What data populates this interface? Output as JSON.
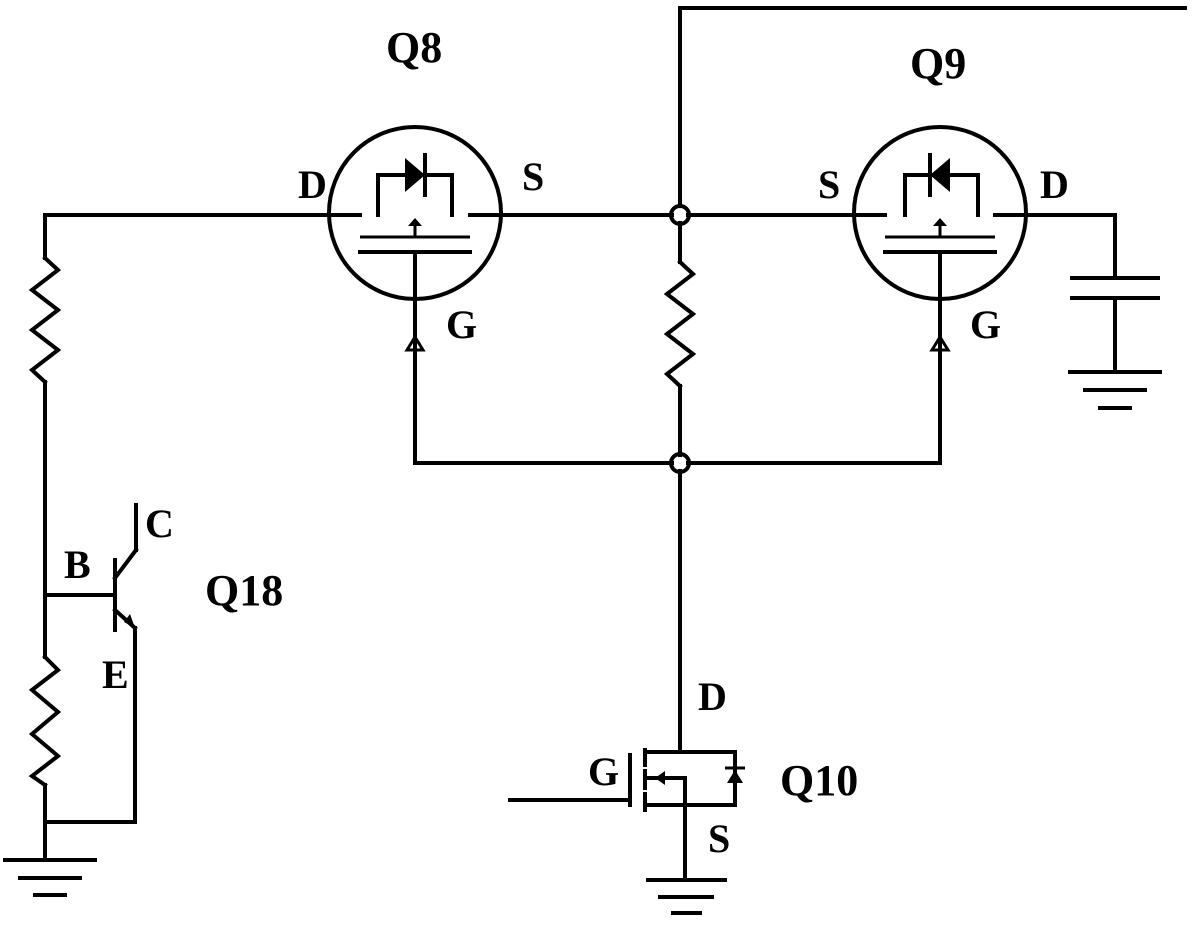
{
  "components": {
    "q8": {
      "ref": "Q8",
      "pins": {
        "d": "D",
        "s": "S",
        "g": "G"
      }
    },
    "q9": {
      "ref": "Q9",
      "pins": {
        "d": "D",
        "s": "S",
        "g": "G"
      }
    },
    "q10": {
      "ref": "Q10",
      "pins": {
        "d": "D",
        "s": "S",
        "g": "G"
      }
    },
    "q18": {
      "ref": "Q18",
      "pins": {
        "b": "B",
        "c": "C",
        "e": "E"
      }
    }
  }
}
